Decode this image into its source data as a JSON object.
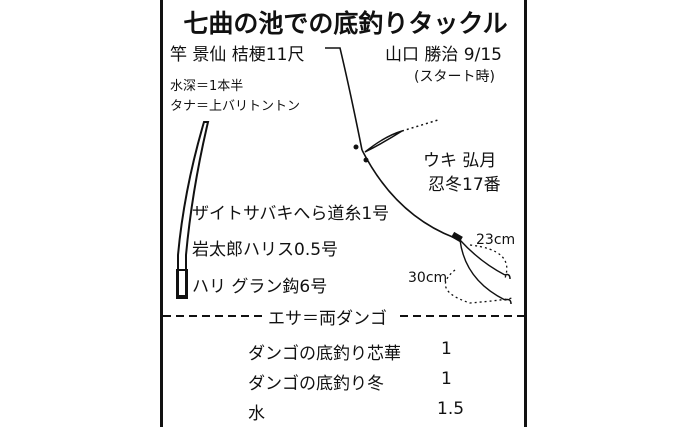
{
  "title": "七曲の池での底釣りタックル",
  "angler": {
    "rod": "竿 景仙 桔梗11尺",
    "name": "山口 勝治 9/15",
    "start_time": "(スタート時)"
  },
  "tana": {
    "depth": "水深＝1本半",
    "tana": "タナ＝上バリトントン"
  },
  "float": {
    "label": "ウキ 弘月",
    "model": "忍冬17番"
  },
  "lines": {
    "main_line": "ザイトサバキへら道糸1号",
    "harris": "岩太郎ハリス0.5号",
    "hook": "ハリ グラン鈎6号",
    "upper_len": "23cm",
    "lower_len": "30cm"
  },
  "bait": {
    "heading": "エサ＝両ダンゴ",
    "items": [
      {
        "name": "ダンゴの底釣り芯華",
        "qty": "1"
      },
      {
        "name": "ダンゴの底釣り冬",
        "qty": "1"
      },
      {
        "name": "水",
        "qty": "1.5"
      }
    ]
  }
}
